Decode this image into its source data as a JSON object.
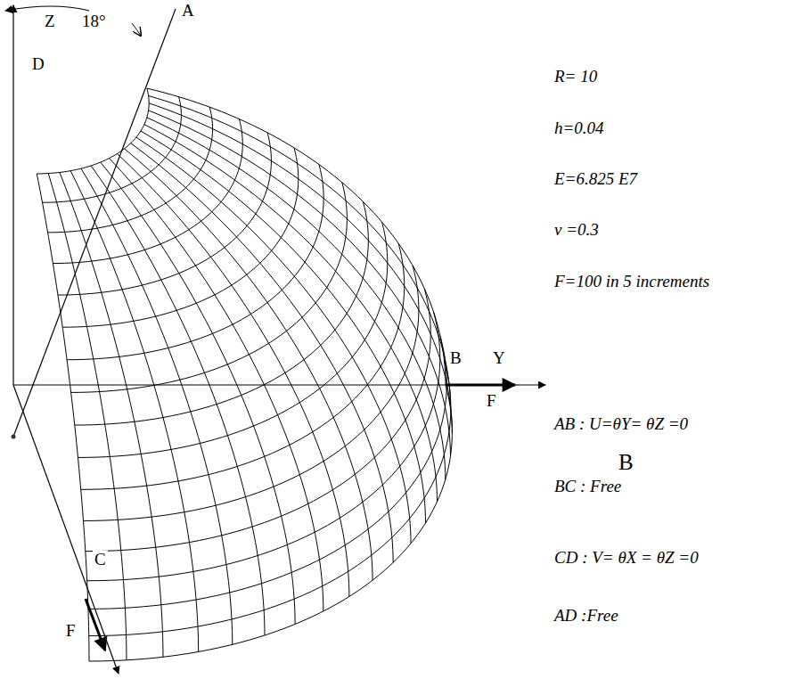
{
  "diagram": {
    "labels": [
      "Z",
      "18°",
      "A",
      "D",
      "R= 10",
      "h=0.04",
      "E=6.825 E7",
      "ν =0.3",
      "F=100  in 5 increments",
      "B",
      "Y",
      "F",
      "AB : U=θY= θZ =0",
      "B",
      "BC : Free",
      "C",
      "F",
      "CD : V= θX = θZ =0",
      "AD :Free"
    ]
  }
}
